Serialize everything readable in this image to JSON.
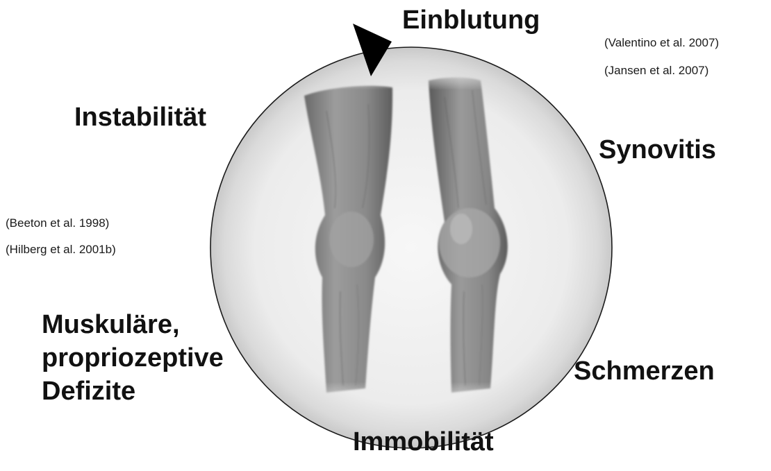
{
  "cycle": {
    "top_label": "Einblutung",
    "right_upper_label": "Synovitis",
    "right_lower_label": "Schmerzen",
    "bottom_label": "Immobilität",
    "left_upper_label": "Instabilität",
    "left_lower_label_lines": [
      "Muskuläre,",
      "propriozeptive",
      "Defizite"
    ]
  },
  "references": {
    "right": [
      "(Valentino et al. 2007)",
      "(Jansen et al. 2007)"
    ],
    "left": [
      "(Beeton et al. 1998)",
      "(Hilberg et al. 2001b)"
    ]
  },
  "icons": {
    "cycle_arrow": "arrowhead-icon",
    "illustration": "knees-illustration"
  },
  "colors": {
    "circle_stroke": "#1a1a1a",
    "circle_fill_center": "#f4f4f4",
    "circle_fill_edge": "#d6d6d6",
    "skin": "#8a8a8a",
    "arrow": "#000000"
  }
}
